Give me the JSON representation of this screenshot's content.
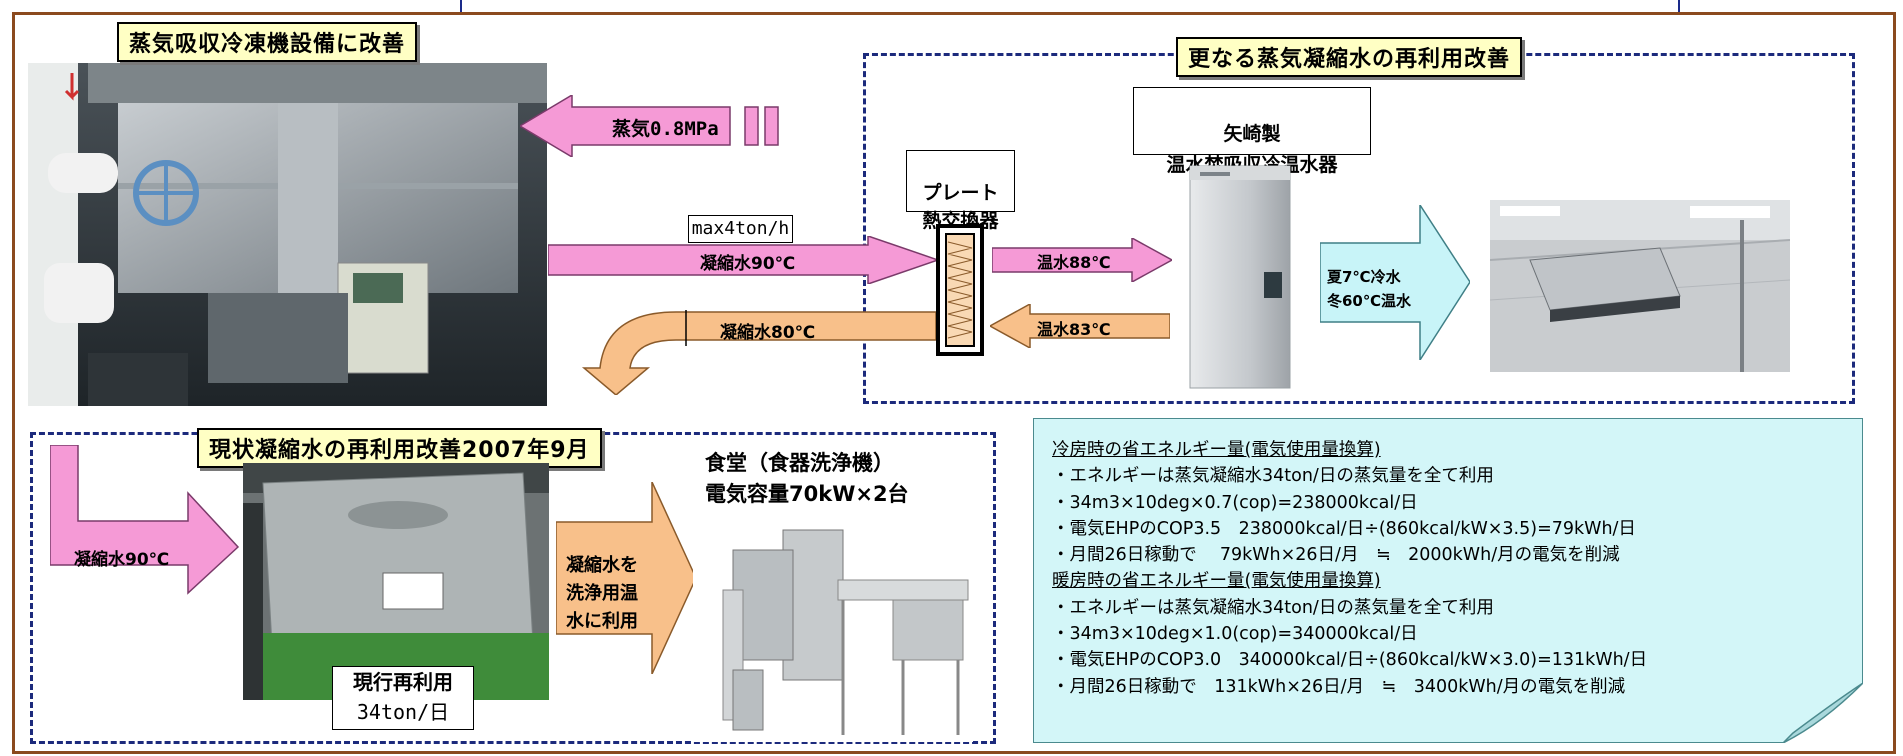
{
  "titles": {
    "steam_absorption": "蒸気吸収冷凍機設備に改善",
    "further_reuse": "更なる蒸気凝縮水の再利用改善",
    "current_reuse": "現状凝縮水の再利用改善2007年9月"
  },
  "labels": {
    "steam": "蒸気0.8MPa",
    "flow_rate": "max4ton/h",
    "condensate_90": "凝縮水90℃",
    "condensate_80": "凝縮水80℃",
    "plate_hx": "プレート\n熱交換器",
    "hot_88": "温水88℃",
    "hot_83": "温水83℃",
    "yazaki": "矢崎製\n温水焚吸収冷温水器",
    "season_out": "夏7℃冷水\n冬60℃温水",
    "condensate_90_left": "凝縮水90℃",
    "current_reuse_box": "現行再利用",
    "current_reuse_amount": "34ton/日",
    "use_for_washing": "凝縮水を\n洗浄用温\n水に利用",
    "cafeteria": "食堂（食器洗浄機）\n電気容量70kW×2台"
  },
  "info": {
    "cooling_title": "冷房時の省エネルギー量(電気使用量換算)",
    "cooling_lines": [
      "・エネルギーは蒸気凝縮水34ton/日の蒸気量を全て利用",
      "・34m3×10deg×0.7(cop)=238000kcal/日",
      "・電気EHPのCOP3.5　238000kcal/日÷(860kcal/kW×3.5)=79kWh/日",
      "・月間26日稼動で　 79kWh×26日/月　≒　2000kWh/月の電気を削減"
    ],
    "heating_title": "暖房時の省エネルギー量(電気使用量換算)",
    "heating_lines": [
      "・エネルギーは蒸気凝縮水34ton/日の蒸気量を全て利用",
      "・34m3×10deg×1.0(cop)=340000kcal/日",
      "・電気EHPのCOP3.0　340000kcal/日÷(860kcal/kW×3.0)=131kWh/日",
      "・月間26日稼動で　131kWh×26日/月　≒　3400kWh/月の電気を削減"
    ]
  },
  "colors": {
    "pink_arrow": "#f59ad6",
    "peach_arrow": "#f8c08a",
    "cyan_arrow": "#c8f4f8",
    "frame": "#8b4a1e",
    "dashed": "#1c2a7c",
    "title_bg": "#ffffc4",
    "info_bg": "#d3f6f8"
  },
  "icons": {
    "steam_arrow": "left-arrow-icon",
    "condensate_in": "right-arrow-icon",
    "condensate_out": "curved-left-arrow-icon",
    "plate_hx": "heat-exchanger-icon",
    "output_arrow": "right-arrow-icon"
  }
}
